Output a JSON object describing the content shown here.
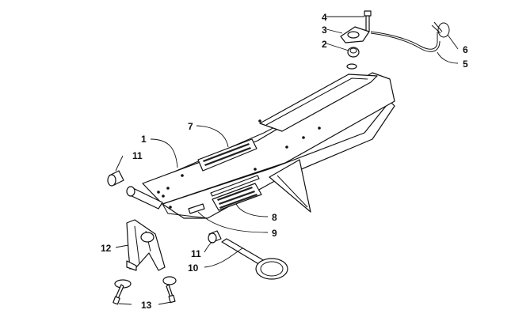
{
  "callouts": [
    {
      "id": "c1",
      "label": "1"
    },
    {
      "id": "c2",
      "label": "2"
    },
    {
      "id": "c3",
      "label": "3"
    },
    {
      "id": "c4",
      "label": "4"
    },
    {
      "id": "c5",
      "label": "5"
    },
    {
      "id": "c6",
      "label": "6"
    },
    {
      "id": "c7",
      "label": "7"
    },
    {
      "id": "c8",
      "label": "8"
    },
    {
      "id": "c9",
      "label": "9"
    },
    {
      "id": "c10",
      "label": "10"
    },
    {
      "id": "c11a",
      "label": "11"
    },
    {
      "id": "c11b",
      "label": "11"
    },
    {
      "id": "c12",
      "label": "12"
    },
    {
      "id": "c13",
      "label": "13"
    }
  ]
}
